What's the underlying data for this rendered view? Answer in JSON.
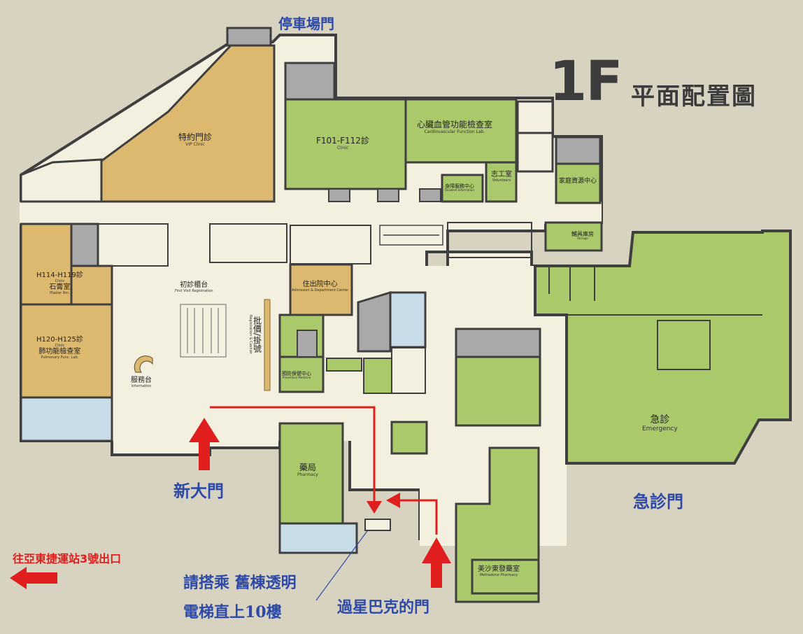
{
  "title": {
    "floor": "1F",
    "text": "平面配置圖"
  },
  "doors": {
    "parking": "停車場門",
    "main": "新大門",
    "emergency": "急診門",
    "starbucks": "過星巴克的門"
  },
  "notes": {
    "line1": "請搭乘 舊棟透明",
    "line2": "電梯直上10樓",
    "mrt": "往亞東捷運站3號出口"
  },
  "rooms": {
    "vip": {
      "zh": "特約門診",
      "en": "VIP Clinic"
    },
    "f101": {
      "zh": "F101-F112診",
      "en": "Clinic"
    },
    "cardio": {
      "zh": "心臟血管功能檢查室",
      "en": "Cardiovascular Function Lab."
    },
    "volunteer": {
      "zh": "志工室",
      "en": "Volunteers"
    },
    "family": {
      "zh": "家庭資源中心"
    },
    "info_center": {
      "zh": "身障服務中心",
      "en": "Disabled Information"
    },
    "storage": {
      "zh": "輔具庫房",
      "en": "Storage"
    },
    "h114": {
      "zh": "H114-H119診",
      "en": "Clinic"
    },
    "plaster": {
      "zh": "石膏室",
      "en": "Plaster Rm."
    },
    "h120": {
      "zh": "H120-H125診",
      "en": "Clinic"
    },
    "pulmonary": {
      "zh": "肺功能檢查室",
      "en": "Pulmonary Func. Lab."
    },
    "first_visit": {
      "zh": "初診櫃台",
      "en": "First Visit Registration"
    },
    "admission": {
      "zh": "住出院中心",
      "en": "Admission & Department Center"
    },
    "registration": {
      "zh": "批價/掛號",
      "en": "Registration & Cashier"
    },
    "preventive": {
      "zh": "預防保健中心",
      "en": "Preventive Medicine"
    },
    "info_desk": {
      "zh": "服務台",
      "en": "Information"
    },
    "pharmacy": {
      "zh": "藥局",
      "en": "Pharmacy"
    },
    "emergency": {
      "zh": "急診",
      "en": "Emergency"
    },
    "methadone": {
      "zh": "美沙東發藥室",
      "en": "Methadone Pharmacy"
    }
  },
  "colors": {
    "background": "#d8d2c0",
    "corridor": "#f4f0e0",
    "wall": "#3f3f3f",
    "green_room": "#a9c96a",
    "tan_room": "#dcb96f",
    "grey_room": "#a9a9a9",
    "blue_room": "#c8dce8",
    "arrow": "#e01e1e",
    "door_text": "#2d4aa8"
  }
}
